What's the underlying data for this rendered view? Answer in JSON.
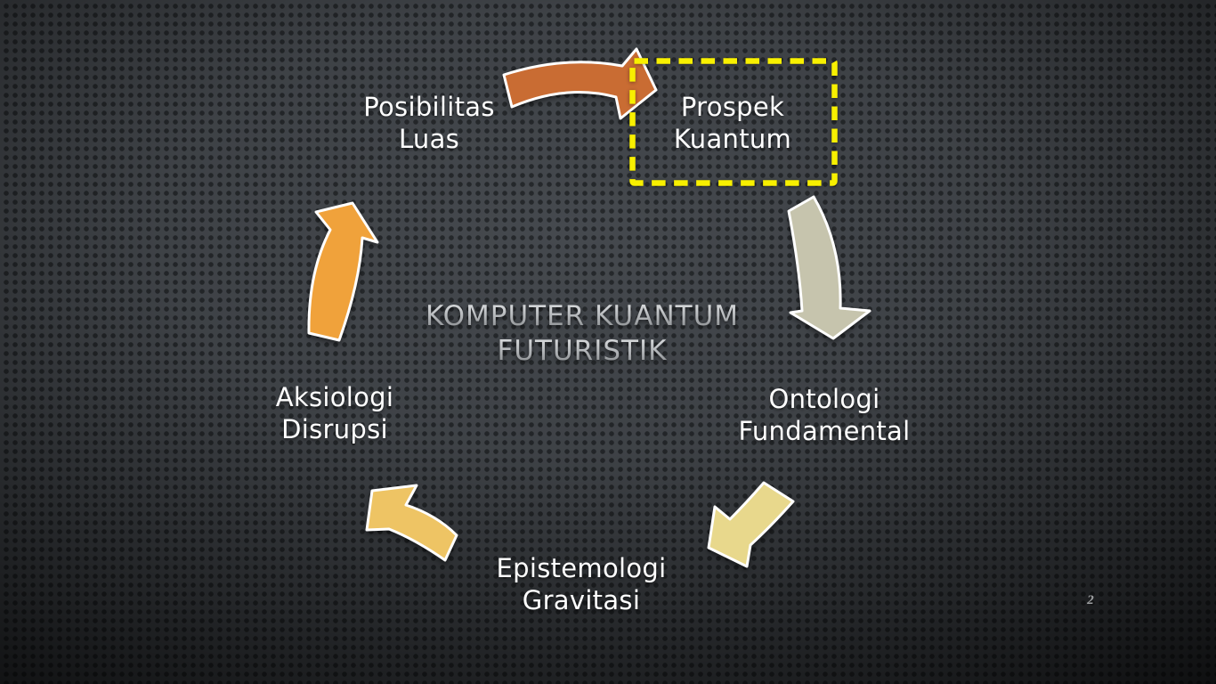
{
  "title": {
    "line1": "KOMPUTER KUANTUM",
    "line2": "FUTURISTIK"
  },
  "nodes": {
    "posibilitas": {
      "line1": "Posibilitas",
      "line2": "Luas"
    },
    "prospek": {
      "line1": "Prospek",
      "line2": "Kuantum"
    },
    "ontologi": {
      "line1": "Ontologi",
      "line2": "Fundamental"
    },
    "epistemologi": {
      "line1": "Epistemologi",
      "line2": "Gravitasi"
    },
    "aksiologi": {
      "line1": "Aksiologi",
      "line2": "Disrupsi"
    }
  },
  "highlight_box": {
    "target_node": "prospek",
    "color": "#f8f000"
  },
  "arrows": {
    "posibilitas_to_prospek": "#c96c33",
    "prospek_to_ontologi": "#c6c4ad",
    "ontologi_to_epistemologi": "#e8d88c",
    "epistemologi_to_aksiologi": "#eec464",
    "aksiologi_to_posibilitas": "#f0a23b"
  },
  "page_number": "2",
  "colors": {
    "background_base": "#45494e",
    "background_dot": "#17191c",
    "node_text": "#ffffff",
    "title_gradient_light": "#dcdee0",
    "title_gradient_dark": "#7f8285",
    "arrow_outline": "#ffffff",
    "page_number_color": "#9fa1a3"
  }
}
